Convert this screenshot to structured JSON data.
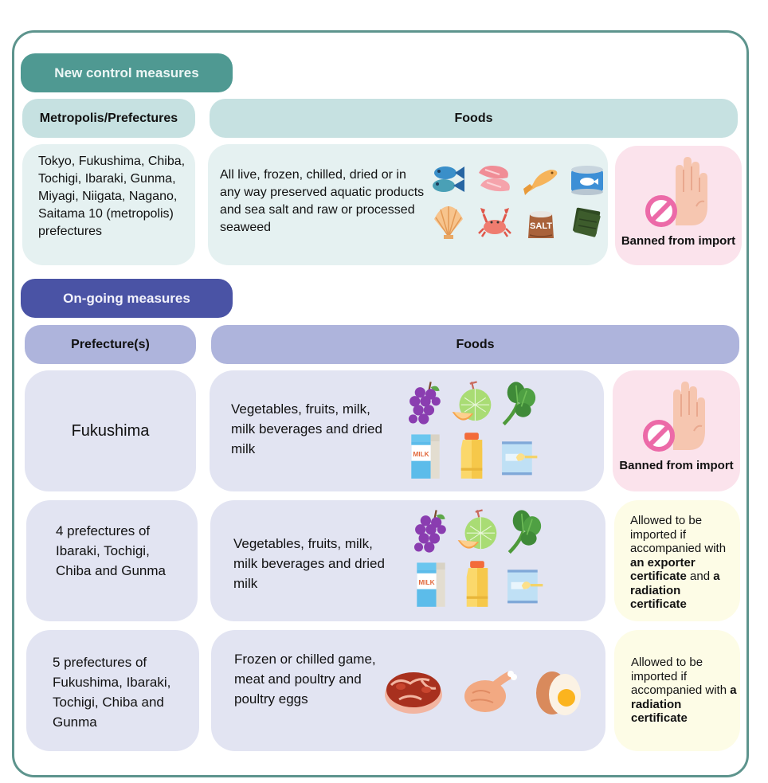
{
  "new_measures": {
    "section_label": "New control measures",
    "header_region": "Metropolis/Prefectures",
    "header_foods": "Foods",
    "row": {
      "region": "Tokyo, Fukushima, Chiba, Tochigi, Ibaraki, Gunma, Miyagi, Niigata, Nagano, Saitama 10 (metropolis) prefectures",
      "foods": "All live, frozen, chilled, dried or in any way preserved aquatic products and sea salt and raw or processed seaweed",
      "food_icons": [
        "fish-icon",
        "fish-fillet-icon",
        "dried-fish-icon",
        "canned-fish-icon",
        "scallop-shell-icon",
        "crab-icon",
        "salt-sack-icon",
        "seaweed-icon"
      ],
      "salt_label": "SALT",
      "status": "Banned from import",
      "status_type": "banned"
    }
  },
  "ongoing_measures": {
    "section_label": "On-going measures",
    "header_region": "Prefecture(s)",
    "header_foods": "Foods",
    "rows": [
      {
        "region": "Fukushima",
        "foods": "Vegetables, fruits, milk, milk beverages and dried milk",
        "food_icons": [
          "grapes-icon",
          "melon-icon",
          "spinach-icon",
          "milk-carton-icon",
          "milk-drink-bottle-icon",
          "milk-powder-can-icon"
        ],
        "milk_label": "MILK",
        "status": "Banned from import",
        "status_type": "banned"
      },
      {
        "region": "4 prefectures  of Ibaraki, Tochigi, Chiba and Gunma",
        "foods": "Vegetables, fruits, milk, milk beverages and dried milk",
        "food_icons": [
          "grapes-icon",
          "melon-icon",
          "spinach-icon",
          "milk-carton-icon",
          "milk-drink-bottle-icon",
          "milk-powder-can-icon"
        ],
        "milk_label": "MILK",
        "status_parts": {
          "p1": "Allowed to be imported if accompanied with ",
          "b1": "an exporter certificate",
          "p2": " and ",
          "b2": "a radiation certificate"
        },
        "status_type": "allowed"
      },
      {
        "region": "5 prefectures  of Fukushima, Ibaraki, Tochigi, Chiba and Gunma",
        "foods": "Frozen or chilled game, meat and poultry and poultry eggs",
        "food_icons": [
          "meat-icon",
          "poultry-icon",
          "egg-icon"
        ],
        "status_parts": {
          "p1": "Allowed to be imported if accompanied with ",
          "b1": "a radiation certificate"
        },
        "status_type": "allowed"
      }
    ]
  },
  "colors": {
    "frame_border": "#5d948d",
    "new_section": "#4f9992",
    "ongoing_section": "#4a53a5",
    "teal_header": "#c6e1e1",
    "blue_header": "#aeb4dc",
    "banned_bg": "#fbe3ec",
    "allowed_bg": "#fdfce6"
  }
}
